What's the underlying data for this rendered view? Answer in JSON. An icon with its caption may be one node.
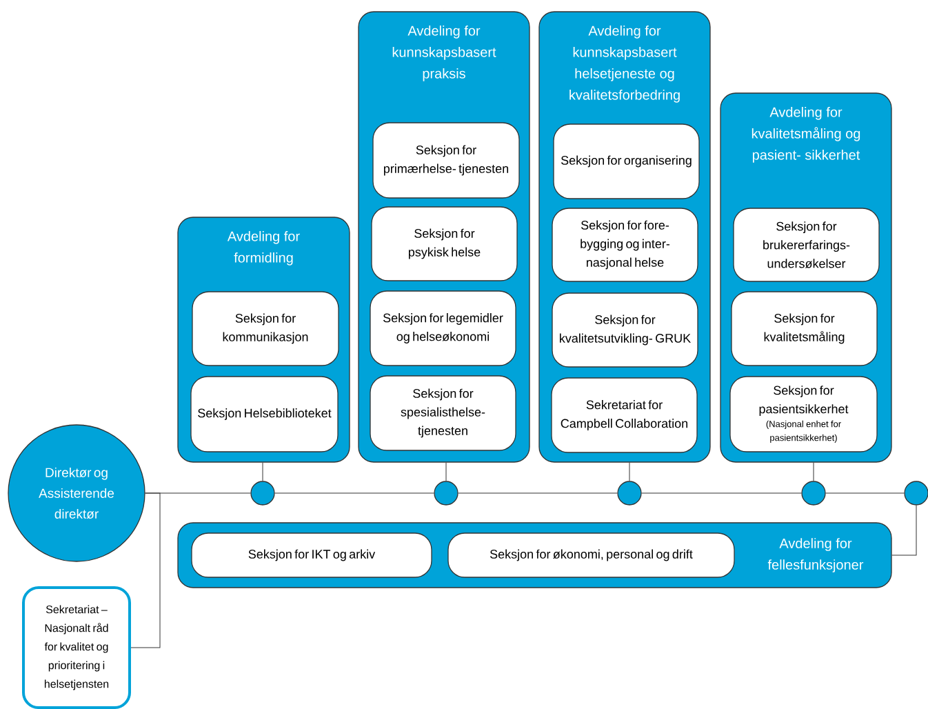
{
  "diagram": {
    "nodes": [
      {
        "text": [
          "Direktør og Assisterende direktør"
        ]
      },
      {
        "text": [
          "Sekretariat – Nasjonalt råd for kvalitet og prioritering i helsetjensten"
        ]
      },
      {
        "text": [],
        "shape": "circle"
      },
      {
        "text": [],
        "shape": "circle"
      },
      {
        "text": [],
        "shape": "circle"
      },
      {
        "text": [],
        "shape": "circle"
      },
      {
        "text": [],
        "shape": "circle"
      },
      {
        "text": [
          "Avdeling for formidling"
        ]
      },
      {
        "text": [
          "Seksjon for kommunikasjon"
        ],
        "in": 7
      },
      {
        "text": [
          "Seksjon Helsebiblioteket"
        ],
        "in": 7
      },
      {
        "text": [
          "Avdeling for kunnskapsbasert praksis"
        ]
      },
      {
        "text": [
          "Seksjon for primærhelse- tjenesten"
        ],
        "in": 10
      },
      {
        "text": [
          "Seksjon for psykisk helse"
        ],
        "in": 10
      },
      {
        "text": [
          "Seksjon for legemidler og helseøkonomi"
        ],
        "in": 10
      },
      {
        "text": [
          "Seksjon for spesialisthelse- tjenesten"
        ],
        "in": 10
      },
      {
        "text": [
          "Avdeling for kunnskapsbasert helsetjeneste og kvalitetsforbedring"
        ]
      },
      {
        "text": [
          "Seksjon for organisering"
        ],
        "in": 15
      },
      {
        "text": [
          "Seksjon for fore- bygging og inter- nasjonal helse"
        ],
        "in": 15
      },
      {
        "text": [
          "Seksjon for kvalitetsutvikling- GRUK"
        ],
        "in": 15
      },
      {
        "text": [
          "Sekretariat for Campbell Collaboration"
        ],
        "in": 15
      },
      {
        "text": [
          "Avdeling for kvalitetsmåling og pasient- sikkerhet"
        ]
      },
      {
        "text": [
          "Seksjon for brukererfarings- undersøkelser"
        ],
        "in": 20
      },
      {
        "text": [
          "Seksjon for kvalitetsmåling"
        ],
        "in": 20
      },
      {
        "text": [
          "Seksjon for pasientsikkerhet",
          "(Nasjonal enhet for pasientsikkerhet)"
        ],
        "in": 20
      },
      {
        "text": [
          "Avdeling for fellesfunksjoner"
        ]
      },
      {
        "text": [
          "Seksjon for IKT og arkiv"
        ],
        "in": 24
      },
      {
        "text": [
          "Seksjon for økonomi, personal og drift"
        ],
        "in": 24
      }
    ],
    "edges": [
      {
        "from": 0,
        "to": 2,
        "arrow": "none"
      },
      {
        "from": 2,
        "to": 3,
        "arrow": "none"
      },
      {
        "from": 3,
        "to": 4,
        "arrow": "none"
      },
      {
        "from": 4,
        "to": 5,
        "arrow": "none"
      },
      {
        "from": 5,
        "to": 6,
        "arrow": "none"
      },
      {
        "from": 1,
        "to": 0,
        "arrow": "none"
      },
      {
        "from": 7,
        "to": 2,
        "arrow": "none"
      },
      {
        "from": 10,
        "to": 3,
        "arrow": "none"
      },
      {
        "from": 15,
        "to": 4,
        "arrow": "none"
      },
      {
        "from": 20,
        "to": 5,
        "arrow": "none"
      },
      {
        "from": 24,
        "to": 6,
        "arrow": "none"
      }
    ]
  }
}
